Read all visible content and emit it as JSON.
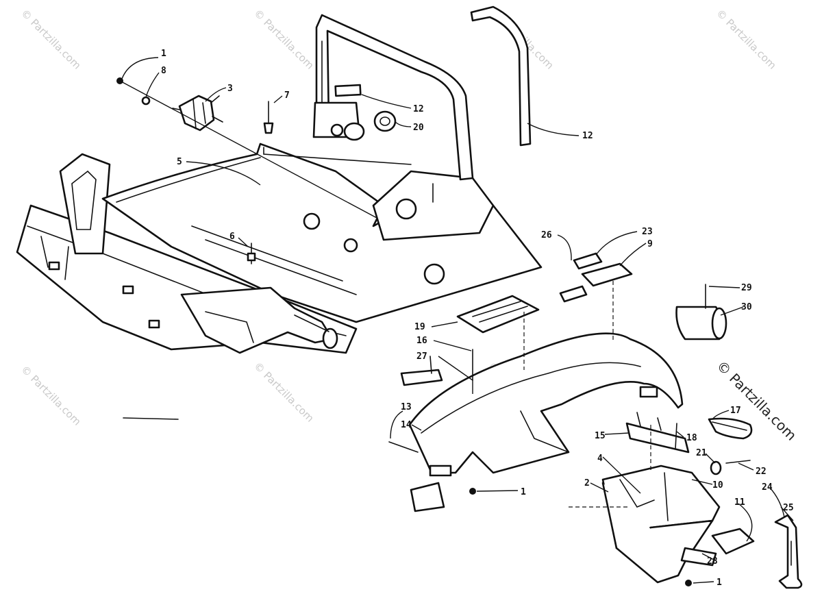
{
  "watermark": {
    "text": "© Partzilla.com",
    "main_text": "© Partzilla.com"
  },
  "callouts": {
    "c1a": "1",
    "c8": "8",
    "c3": "3",
    "c7": "7",
    "c12a": "12",
    "c20": "20",
    "c12b": "12",
    "c5": "5",
    "c6": "6",
    "c26": "26",
    "c23": "23",
    "c9": "9",
    "c29": "29",
    "c30": "30",
    "c19": "19",
    "c16": "16",
    "c27": "27",
    "c17": "17",
    "c13": "13",
    "c14": "14",
    "c15": "15",
    "c18": "18",
    "c21": "21",
    "c22": "22",
    "c1b": "1",
    "c4": "4",
    "c2": "2",
    "c10": "10",
    "c11": "11",
    "c24": "24",
    "c25": "25",
    "c28": "28",
    "c1c": "1"
  }
}
